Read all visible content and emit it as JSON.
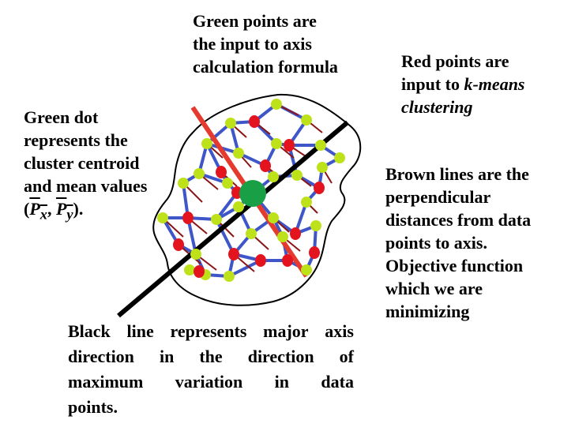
{
  "annotations": {
    "green_points": [
      "Green points are",
      "the input to axis",
      "calculation formula"
    ],
    "red_points": {
      "line1": "Red points are",
      "line2_prefix": "input to ",
      "line2_em": "k-means",
      "line3_em": "clustering"
    },
    "green_dot": {
      "lines": [
        "Green dot",
        "represents the",
        "cluster centroid",
        "and mean values"
      ],
      "formula_open": "(",
      "px": "P",
      "px_sub": "x",
      "comma": ", ",
      "py": "P",
      "py_sub": "y",
      "formula_close": ")."
    },
    "brown_lines": [
      "Brown lines are the",
      "perpendicular",
      "distances from data",
      "points to axis.",
      "Objective function",
      "which we are",
      "minimizing"
    ],
    "black_line": {
      "row1": [
        "Black",
        "line",
        "represents",
        "major",
        "axis"
      ],
      "row2": [
        "direction",
        "in",
        "the",
        "direction",
        "of"
      ],
      "row3": [
        "maximum",
        "variation",
        "in",
        "data"
      ],
      "row4": "points."
    }
  },
  "colors": {
    "green_point": "#bde21a",
    "red_point": "#e4141e",
    "centroid": "#19a046",
    "blue_line": "#3e56c8",
    "brown_line": "#8b1414",
    "major_axis": "#000000",
    "red_axis": "#e53a2e",
    "blob_outline": "#000000"
  }
}
